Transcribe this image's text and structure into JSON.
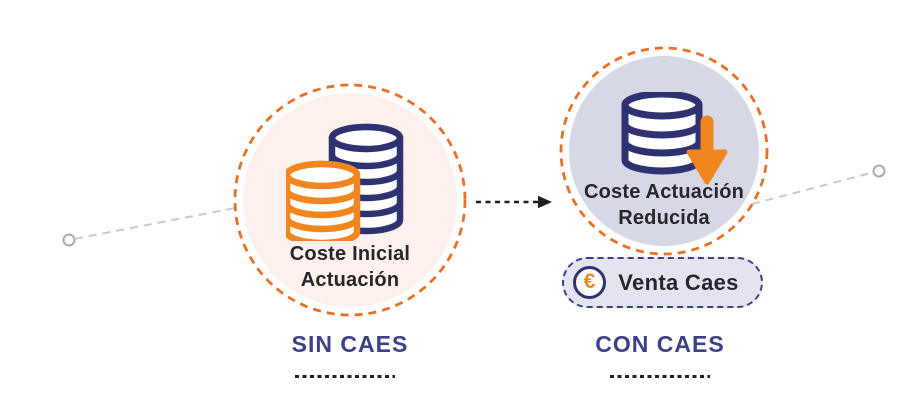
{
  "diagram": {
    "left": {
      "icon": "coin-stacks-icon",
      "circle_label": "Coste Inicial\nActuación",
      "heading": "SIN CAES"
    },
    "right": {
      "icon": "coin-stack-decrease-icon",
      "circle_label": "Coste Actuación\nReducida",
      "heading": "CON CAES",
      "badge": {
        "icon": "euro-icon",
        "euro_symbol": "€",
        "label": "Venta Caes"
      }
    },
    "colors": {
      "orange_ring": "#EC6F26",
      "orange_icon": "#F1861F",
      "navy_icon": "#2F3271",
      "navy_heading": "#3C4186",
      "dark_text": "#26262B",
      "left_circle_fill": "#FCF1EC",
      "right_circle_fill": "#D6D8E5",
      "badge_fill": "#E4E4F0",
      "connector_gray": "#C9C9C9",
      "arrow_black": "#1F1F1F"
    }
  }
}
